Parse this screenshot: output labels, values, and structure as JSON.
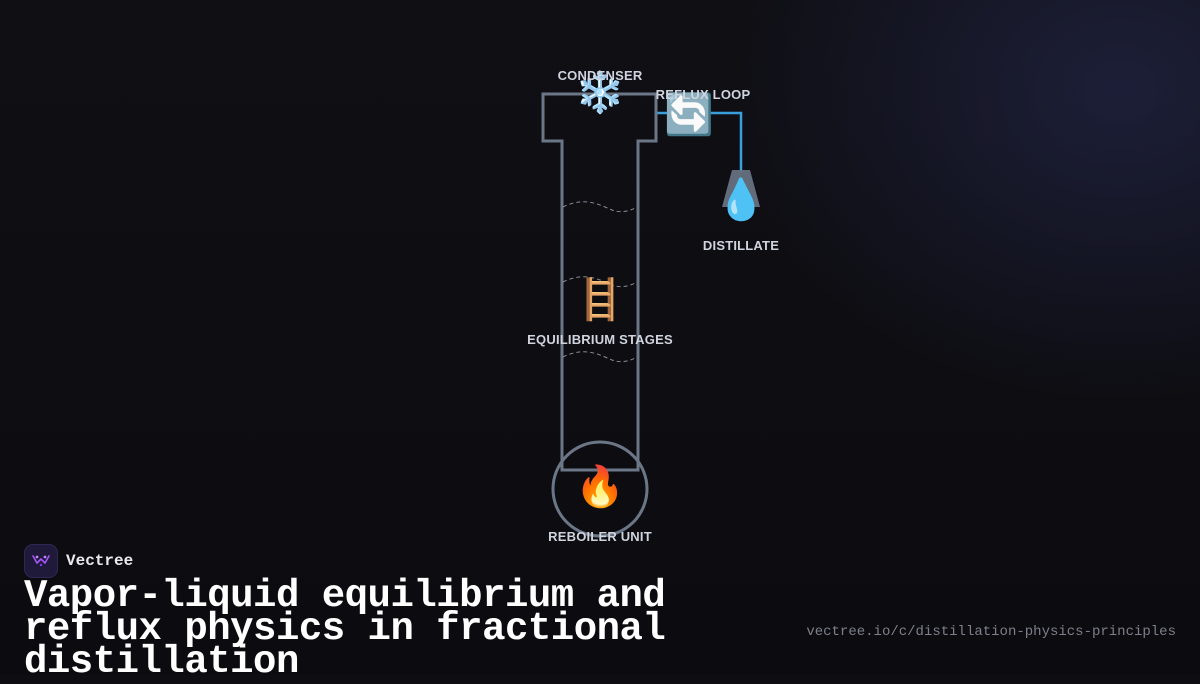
{
  "diagram": {
    "labels": {
      "condenser": "CONDENSER",
      "reflux_loop": "REFLUX LOOP",
      "distillate": "DISTILLATE",
      "equilibrium_stages": "EQUILIBRIUM STAGES",
      "reboiler_unit": "REBOILER UNIT"
    },
    "icons": {
      "condenser": "❄️",
      "reflux_loop": "🔄",
      "distillate": "💧",
      "equilibrium_stages": "🪜",
      "reboiler_unit": "🔥"
    },
    "colors": {
      "column_stroke": "#6b7686",
      "reflux_line": "#3aa0dc",
      "stage_dash": "#8a8f99"
    }
  },
  "brand": {
    "name": "Vectree"
  },
  "title": "Vapor-liquid equilibrium and reflux physics in fractional distillation",
  "url": "vectree.io/c/distillation-physics-principles"
}
